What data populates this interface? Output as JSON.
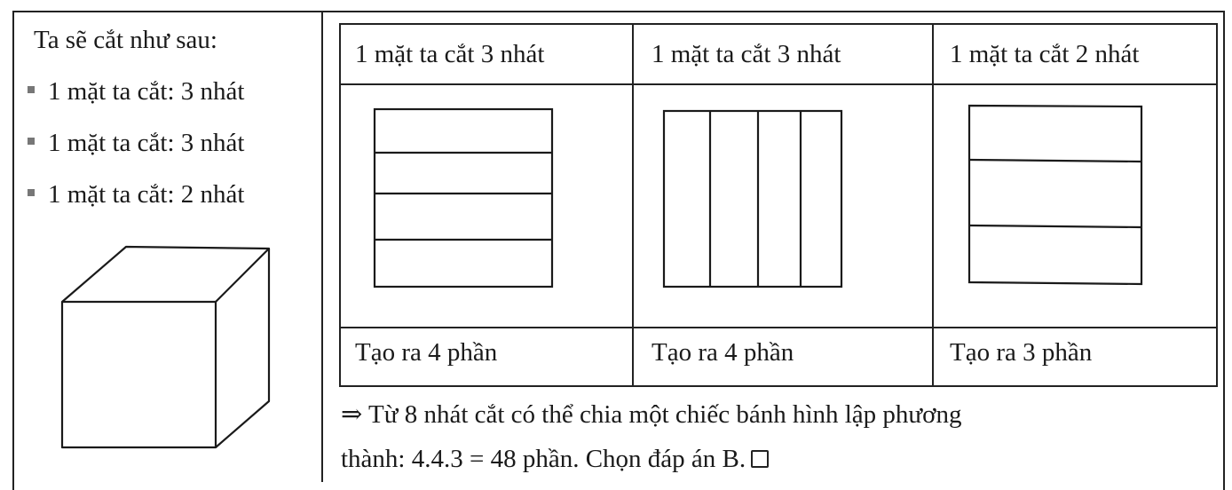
{
  "left": {
    "intro": "Ta sẽ cắt như sau:",
    "bullets": [
      "1 mặt ta cắt: 3 nhát",
      "1 mặt ta cắt: 3 nhát",
      "1 mặt ta cắt: 2 nhát"
    ],
    "cube_icon": "cube-icon"
  },
  "table": {
    "headers": [
      "1 mặt ta cắt 3 nhát",
      "1 mặt ta cắt 3 nhát",
      "1 mặt ta cắt 2 nhát"
    ],
    "results": [
      "Tạo ra 4 phần",
      "Tạo ra 4 phần",
      "Tạo ra 3 phần"
    ],
    "figures": [
      {
        "orientation": "horizontal",
        "cuts": 3
      },
      {
        "orientation": "vertical",
        "cuts": 3
      },
      {
        "orientation": "horizontal",
        "cuts": 2
      }
    ]
  },
  "conclusion": {
    "line1": "⇒ Từ 8 nhát cắt có thể chia một chiếc bánh hình lập phương",
    "line2": "thành: 4.4.3 = 48 phần. Chọn đáp án B.",
    "end_icon": "checkbox-icon"
  }
}
